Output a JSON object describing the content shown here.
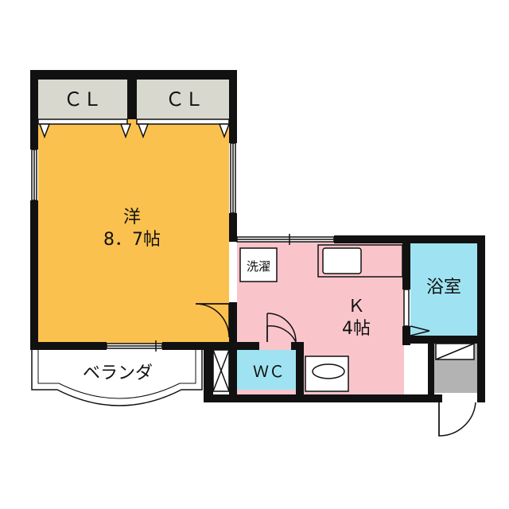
{
  "rooms": {
    "closet_left": {
      "label": "ＣＬ"
    },
    "closet_right": {
      "label": "ＣＬ"
    },
    "western": {
      "name": "洋",
      "size": "8．7帖"
    },
    "laundry": {
      "label": "洗濯"
    },
    "kitchen": {
      "name": "Ｋ",
      "size": "4帖"
    },
    "bath": {
      "label": "浴室"
    },
    "wc": {
      "label": "ＷＣ"
    },
    "balcony": {
      "label": "ベランダ"
    }
  },
  "colors": {
    "wall": "#111111",
    "western_floor": "#fbc14f",
    "closet_floor": "#d9d8cf",
    "kitchen_floor": "#f9c5cb",
    "bath_floor": "#9fe3f2",
    "entry_floor": "#b3b3b3"
  }
}
